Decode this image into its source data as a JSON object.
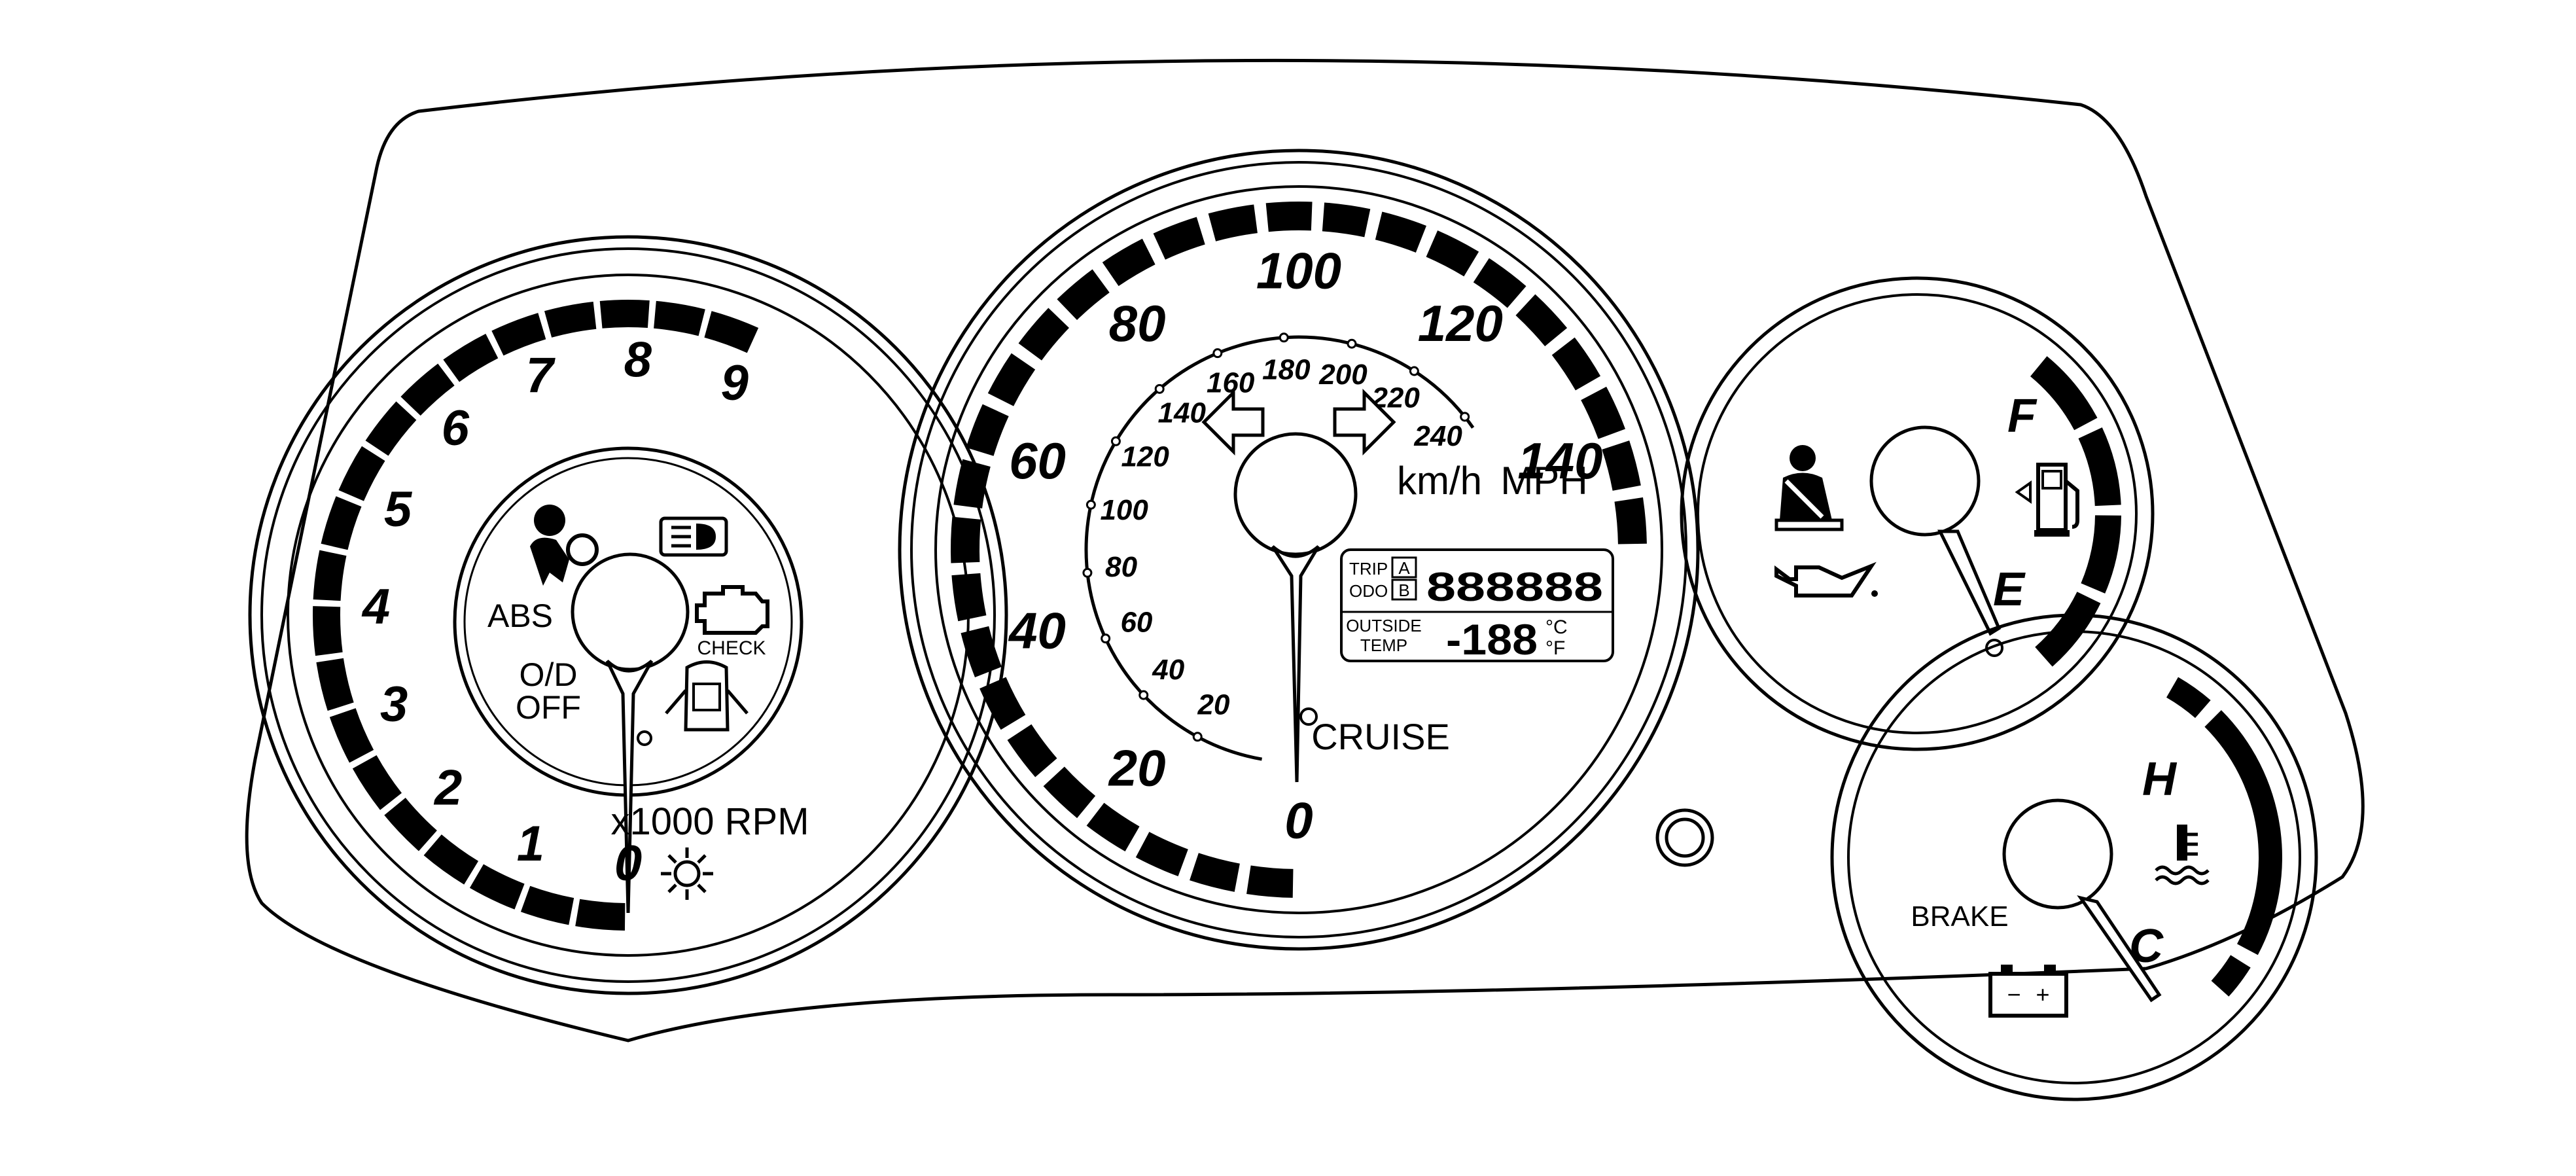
{
  "colors": {
    "ink": "#000000",
    "paper": "#ffffff"
  },
  "tachometer": {
    "numbers": [
      "0",
      "1",
      "2",
      "3",
      "4",
      "5",
      "6",
      "7",
      "8",
      "9"
    ],
    "unit": "x1000 RPM",
    "labels": {
      "abs": "ABS",
      "od_line1": "O/D",
      "od_line2": "OFF",
      "check": "CHECK"
    },
    "icons": [
      "airbag-icon",
      "headlight-icon",
      "check-engine-icon",
      "door-ajar-icon",
      "illumination-icon"
    ]
  },
  "speedometer": {
    "mph_numbers": [
      "0",
      "20",
      "40",
      "60",
      "80",
      "100",
      "120",
      "140"
    ],
    "kmh_numbers": [
      "20",
      "40",
      "60",
      "80",
      "100",
      "120",
      "140",
      "160",
      "180",
      "200",
      "220",
      "240"
    ],
    "kmh_label": "km/h",
    "mph_label": "MPH",
    "cruise_label": "CRUISE",
    "display": {
      "trip_label": "TRIP",
      "odo_label": "ODO",
      "trip_a": "A",
      "trip_b": "B",
      "odometer_digits": "888888",
      "outside_label": "OUTSIDE",
      "temp_label": "TEMP",
      "temp_digits": "-188",
      "unit_c": "°C",
      "unit_f": "°F"
    },
    "icons": [
      "turn-left-arrow-icon",
      "turn-right-arrow-icon"
    ]
  },
  "fuel_gauge": {
    "full_label": "F",
    "empty_label": "E",
    "icons": [
      "seatbelt-icon",
      "fuel-pump-icon",
      "oil-can-icon"
    ]
  },
  "temp_gauge": {
    "hot_label": "H",
    "cold_label": "C",
    "brake_label": "BRAKE",
    "battery_minus": "−",
    "battery_plus": "+",
    "icons": [
      "coolant-temp-icon",
      "battery-icon"
    ]
  }
}
